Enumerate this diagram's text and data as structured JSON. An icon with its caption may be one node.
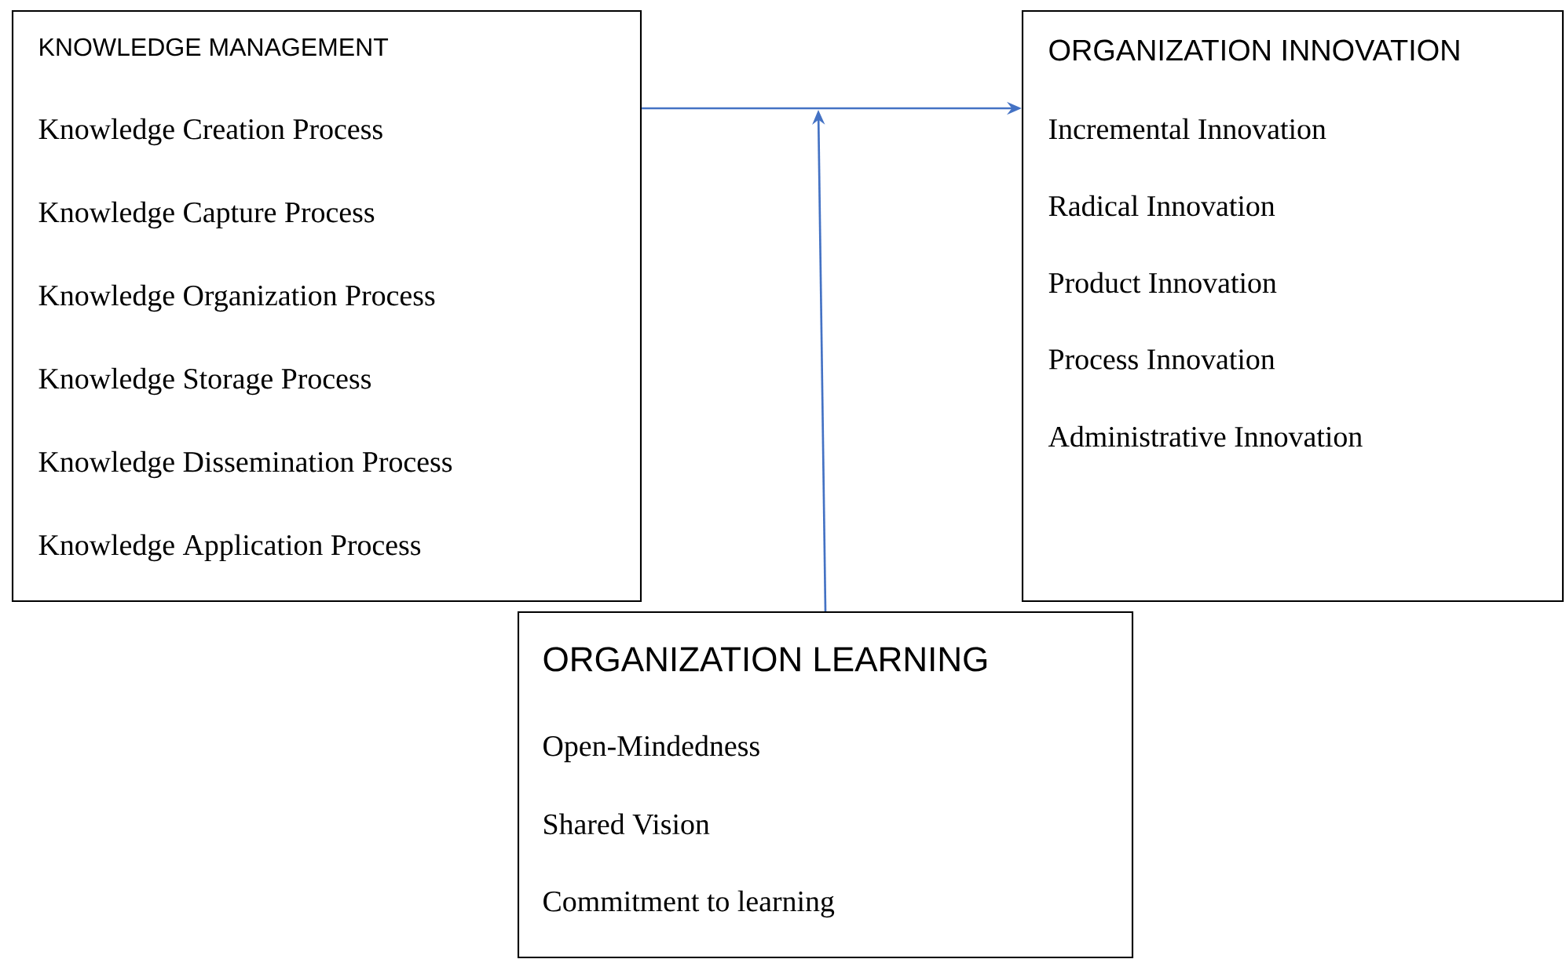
{
  "diagram": {
    "nodes": [
      {
        "text": [
          "KNOWLEDGE MANAGEMENT",
          "Knowledge Creation Process",
          "Knowledge Capture Process",
          "Knowledge Organization Process",
          "Knowledge Storage Process",
          "Knowledge Dissemination Process",
          "Knowledge Application Process"
        ]
      },
      {
        "text": [
          "ORGANIZATION INNOVATION",
          "Incremental Innovation",
          "Radical Innovation",
          "Product Innovation",
          "Process Innovation",
          "Administrative Innovation"
        ]
      },
      {
        "text": [
          "ORGANIZATION LEARNING",
          "Open-Mindedness",
          "Shared Vision",
          "Commitment to learning"
        ]
      }
    ],
    "edges": [
      {
        "from": 0,
        "to": 1,
        "arrow": "to"
      },
      {
        "from": 2,
        "to": null,
        "arrow": "to"
      }
    ]
  }
}
